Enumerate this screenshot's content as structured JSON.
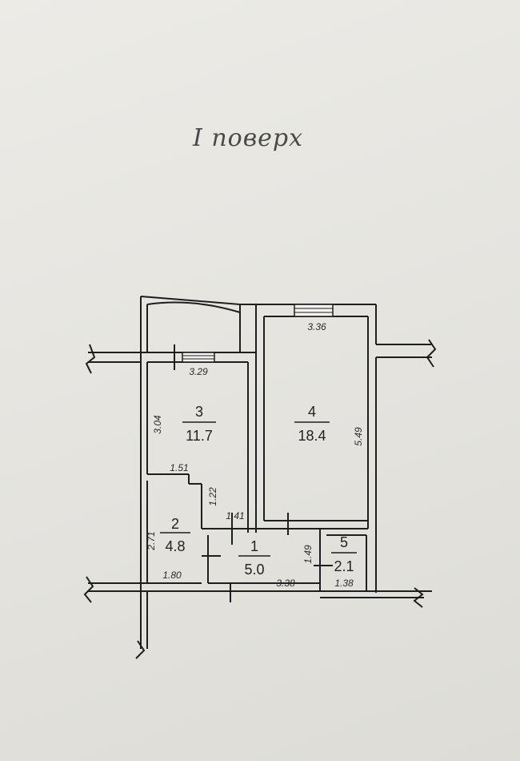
{
  "title": "I поверх",
  "rooms": [
    {
      "id": "room-3",
      "number": "3",
      "area": "11.7"
    },
    {
      "id": "room-4",
      "number": "4",
      "area": "18.4"
    },
    {
      "id": "room-2",
      "number": "2",
      "area": "4.8"
    },
    {
      "id": "room-1",
      "number": "1",
      "area": "5.0"
    },
    {
      "id": "room-5",
      "number": "5",
      "area": "2.1"
    }
  ],
  "dimensions": {
    "room4_width": "3.36",
    "room4_height": "5.49",
    "room3_width": "3.29",
    "room3_height": "3.04",
    "room3_step_width": "1.51",
    "room3_step_height": "1.22",
    "corridor_short": "1.41",
    "room2_height": "2.71",
    "room2_width": "1.80",
    "room1_width": "3.38",
    "room5_height": "1.49",
    "room5_width": "1.38"
  }
}
